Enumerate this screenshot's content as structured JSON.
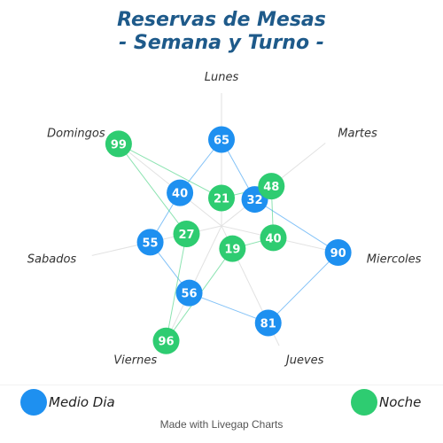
{
  "chart_data": {
    "type": "radar",
    "title_lines": [
      "Reservas de Mesas",
      "- Semana y  Turno -"
    ],
    "categories": [
      "Lunes",
      "Martes",
      "Miercoles",
      "Jueves",
      "Viernes",
      "Sabados",
      "Domingos"
    ],
    "series": [
      {
        "name": "Medio Dia",
        "color": "#1e90f0",
        "values": [
          65,
          32,
          90,
          81,
          56,
          55,
          40
        ]
      },
      {
        "name": "Noche",
        "color": "#2ecc71",
        "values": [
          21,
          48,
          40,
          19,
          96,
          27,
          99
        ]
      }
    ],
    "rlim": [
      0,
      100
    ],
    "grid": false,
    "legend_position": "bottom"
  },
  "footer": "Made with Livegap Charts"
}
